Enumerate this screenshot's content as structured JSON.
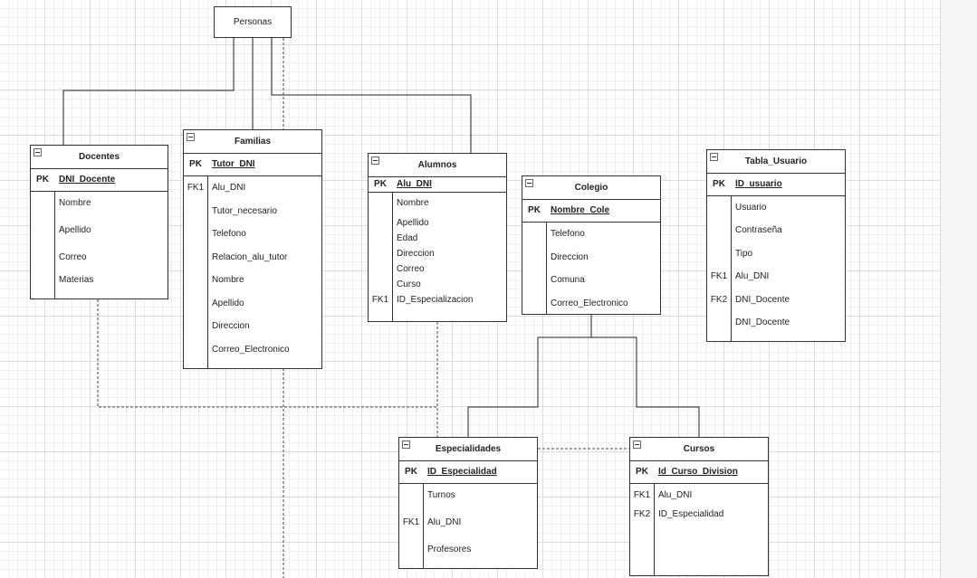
{
  "personas": {
    "title": "Personas"
  },
  "entities": {
    "docentes": {
      "title": "Docentes",
      "pk_label": "PK",
      "pk": "DNI_Docente",
      "attrs": [
        {
          "fk": "",
          "name": "Nombre"
        },
        {
          "fk": "",
          "name": "Apellido"
        },
        {
          "fk": "",
          "name": "Correo"
        },
        {
          "fk": "",
          "name": "Materias"
        }
      ]
    },
    "familias": {
      "title": "Familias",
      "pk_label": "PK",
      "pk": "Tutor_DNI",
      "attrs": [
        {
          "fk": "FK1",
          "name": "Alu_DNI"
        },
        {
          "fk": "",
          "name": "Tutor_necesario"
        },
        {
          "fk": "",
          "name": "Telefono"
        },
        {
          "fk": "",
          "name": "Relacion_alu_tutor"
        },
        {
          "fk": "",
          "name": "Nombre"
        },
        {
          "fk": "",
          "name": "Apellido"
        },
        {
          "fk": "",
          "name": "Direccion"
        },
        {
          "fk": "",
          "name": "Correo_Electronico"
        }
      ]
    },
    "alumnos": {
      "title": "Alumnos",
      "pk_label": "PK",
      "pk": "Alu_DNI",
      "attrs": [
        {
          "fk": "",
          "name": "Nombre"
        },
        {
          "fk": "",
          "name": "Apellido"
        },
        {
          "fk": "",
          "name": "Edad"
        },
        {
          "fk": "",
          "name": "Direccion"
        },
        {
          "fk": "",
          "name": "Correo"
        },
        {
          "fk": "",
          "name": "Curso"
        },
        {
          "fk": "FK1",
          "name": "ID_Especializacion"
        }
      ]
    },
    "colegio": {
      "title": "Colegio",
      "pk_label": "PK",
      "pk": "Nombre_Cole",
      "attrs": [
        {
          "fk": "",
          "name": "Telefono"
        },
        {
          "fk": "",
          "name": "Direccion"
        },
        {
          "fk": "",
          "name": "Comuna"
        },
        {
          "fk": "",
          "name": "Correo_Electronico"
        }
      ]
    },
    "tabla_usuario": {
      "title": "Tabla_Usuario",
      "pk_label": "PK",
      "pk": "ID_usuario",
      "attrs": [
        {
          "fk": "",
          "name": "Usuario"
        },
        {
          "fk": "",
          "name": "Contraseña"
        },
        {
          "fk": "",
          "name": "Tipo"
        },
        {
          "fk": "FK1",
          "name": "Alu_DNI"
        },
        {
          "fk": "FK2",
          "name": "DNI_Docente"
        },
        {
          "fk": "",
          "name": "DNI_Docente"
        }
      ]
    },
    "especialidades": {
      "title": "Especialidades",
      "pk_label": "PK",
      "pk": "ID_Especialidad",
      "attrs": [
        {
          "fk": "",
          "name": "Turnos"
        },
        {
          "fk": "FK1",
          "name": "Alu_DNI"
        },
        {
          "fk": "",
          "name": "Profesores"
        }
      ]
    },
    "cursos": {
      "title": "Cursos",
      "pk_label": "PK",
      "pk": "Id_Curso_Division",
      "attrs": [
        {
          "fk": "FK1",
          "name": "Alu_DNI"
        },
        {
          "fk": "FK2",
          "name": "ID_Especialidad"
        }
      ]
    }
  }
}
